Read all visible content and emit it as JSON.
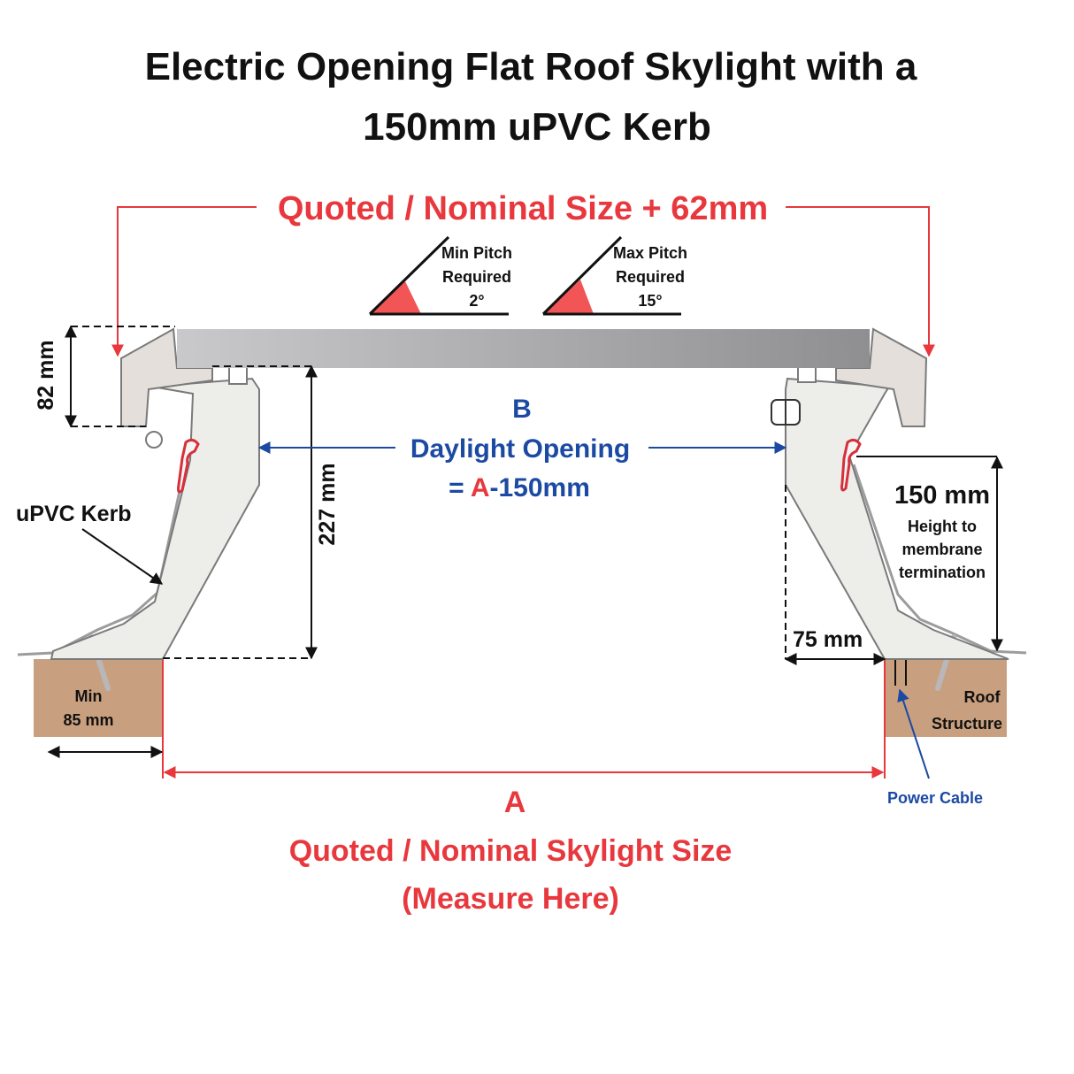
{
  "title": {
    "line1": "Electric Opening Flat Roof Skylight with a",
    "line2": "150mm uPVC Kerb"
  },
  "overall_width_label": "Quoted / Nominal Size + 62mm",
  "pitch": {
    "min": {
      "line1": "Min Pitch",
      "line2": "Required",
      "value": "2°"
    },
    "max": {
      "line1": "Max Pitch",
      "line2": "Required",
      "value": "15°"
    }
  },
  "daylight": {
    "letter": "B",
    "label": "Daylight Opening",
    "formula_prefix": "= ",
    "formula_ref": "A",
    "formula_suffix": "-150mm"
  },
  "dimensions": {
    "frame_height": "82 mm",
    "kerb_height": "227 mm",
    "upstand": "150 mm",
    "upstand_note": {
      "line1": "Height to",
      "line2": "membrane",
      "line3": "termination"
    },
    "offset": "75 mm",
    "min_bearing": {
      "line1": "Min",
      "line2": "85 mm"
    }
  },
  "labels": {
    "kerb": "uPVC Kerb",
    "roof_structure": {
      "line1": "Roof",
      "line2": "Structure"
    },
    "power_cable": "Power Cable"
  },
  "nominal": {
    "letter": "A",
    "line1": "Quoted / Nominal Skylight Size",
    "line2": "(Measure Here)"
  },
  "colors": {
    "red": "#e8383d",
    "blue": "#1c4aa3",
    "wood": "#c9a07f",
    "kerb": "#ededea",
    "glass": "#a9a9ab"
  }
}
